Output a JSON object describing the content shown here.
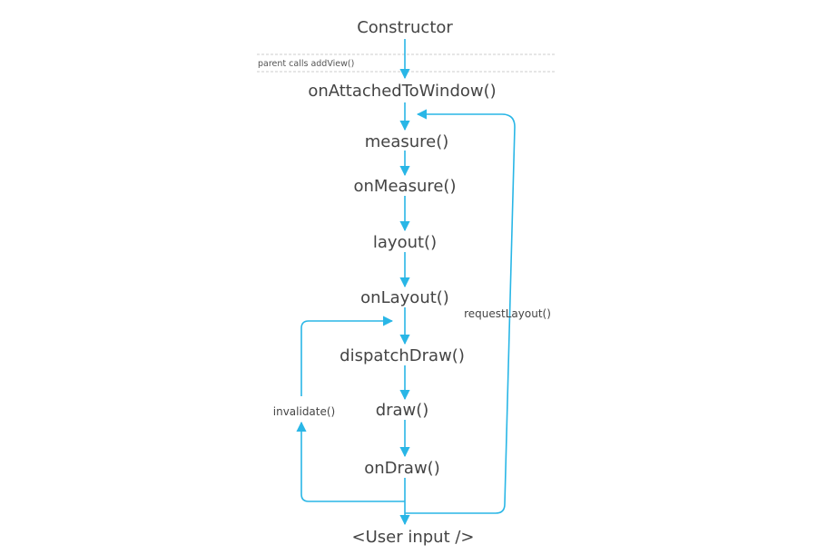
{
  "diagram": {
    "colors": {
      "arrow": "#29b6e6",
      "text": "#444444",
      "divider": "#cccccc",
      "background": "#ffffff"
    },
    "nodes": {
      "constructor": "Constructor",
      "on_attached_to_window": "onAttachedToWindow()",
      "measure": "measure()",
      "on_measure": "onMeasure()",
      "layout": "layout()",
      "on_layout": "onLayout()",
      "dispatch_draw": "dispatchDraw()",
      "draw": "draw()",
      "on_draw": "onDraw()",
      "user_input": "<User input />"
    },
    "annotations": {
      "parent_calls_add_view": "parent calls addView()",
      "request_layout": "requestLayout()",
      "invalidate": "invalidate()"
    }
  }
}
